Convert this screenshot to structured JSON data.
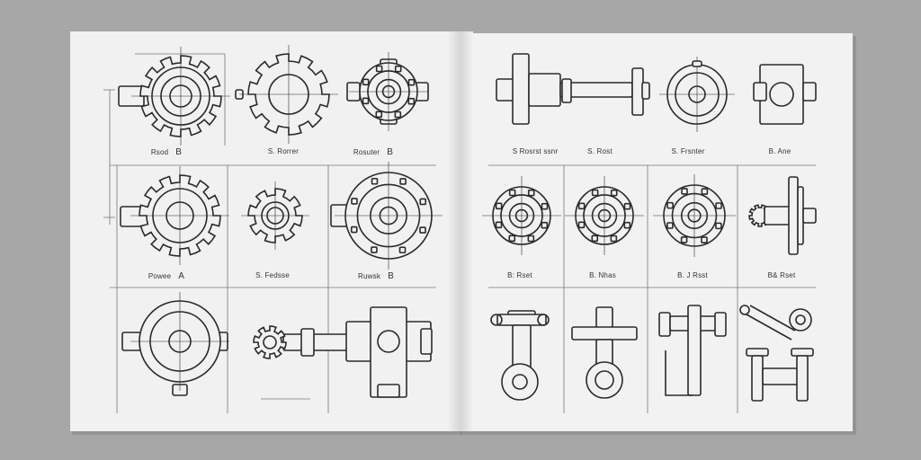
{
  "left_page": {
    "labels": [
      {
        "text": "Rsod",
        "letter": "B"
      },
      {
        "text": "S. Rorrer",
        "letter": ""
      },
      {
        "text": "Rosuter",
        "letter": "B"
      },
      {
        "text": "Powee",
        "letter": "A"
      },
      {
        "text": "S. Fedsse",
        "letter": ""
      },
      {
        "text": "Ruwsk",
        "letter": "B"
      }
    ]
  },
  "right_page": {
    "labels": [
      {
        "text": "S  Rosrst ssnr",
        "letter": ""
      },
      {
        "text": "S. Rost",
        "letter": ""
      },
      {
        "text": "S. Frsnter",
        "letter": ""
      },
      {
        "text": "B. Ane",
        "letter": ""
      },
      {
        "text": "B: Rset",
        "letter": ""
      },
      {
        "text": "B. Nhas",
        "letter": ""
      },
      {
        "text": "B. J Rsst",
        "letter": ""
      },
      {
        "text": "B& Rset",
        "letter": ""
      }
    ]
  },
  "colors": {
    "background": "#a7a7a7",
    "paper": "#f1f1f1",
    "ink": "#2a2a2a"
  }
}
